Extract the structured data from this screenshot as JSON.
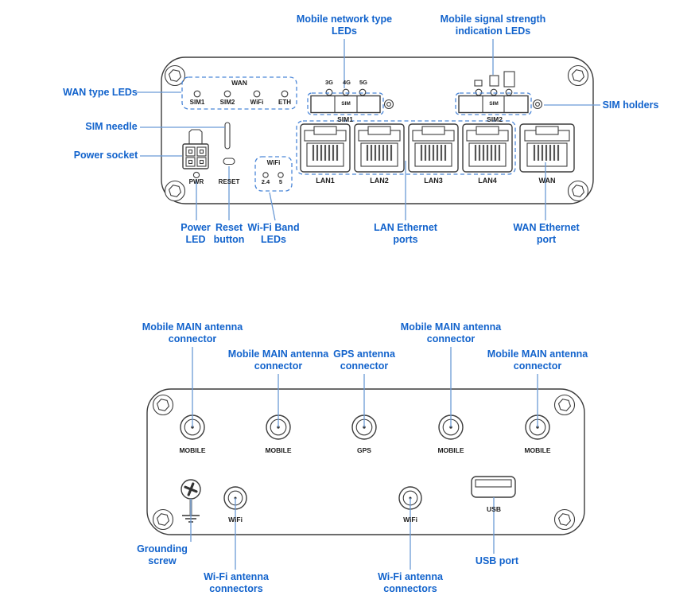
{
  "colors": {
    "annotation_text": "#1263cc",
    "leader_line": "#6b9ad6",
    "dashed_outline": "#4a86d8",
    "device_outline": "#3c3c3c",
    "device_text": "#1c1c1c"
  },
  "front_panel": {
    "wan_group": {
      "title": "WAN",
      "led_labels": [
        "SIM1",
        "SIM2",
        "WiFi",
        "ETH"
      ]
    },
    "network_led_labels": [
      "3G",
      "4G",
      "5G"
    ],
    "sim_trays": [
      {
        "tray_text": "SIM",
        "label": "SIM1"
      },
      {
        "tray_text": "SIM",
        "label": "SIM2"
      }
    ],
    "power_led_label": "PWR",
    "reset_label": "RESET",
    "wifi_group": {
      "title": "WiFi",
      "led_labels": [
        "2.4",
        "5"
      ]
    },
    "port_labels": [
      "LAN1",
      "LAN2",
      "LAN3",
      "LAN4",
      "WAN"
    ]
  },
  "bottom_panel": {
    "antenna_labels": [
      "MOBILE",
      "MOBILE",
      "GPS",
      "MOBILE",
      "MOBILE"
    ],
    "wifi_connector_labels": [
      "WiFi",
      "WiFi"
    ],
    "usb_label": "USB"
  },
  "annotations": {
    "wan_type_leds": {
      "text": "WAN type LEDs"
    },
    "sim_needle": {
      "text": "SIM needle"
    },
    "power_socket": {
      "text": "Power socket"
    },
    "mobile_network_type_leds": {
      "line1": "Mobile network type",
      "line2": "LEDs"
    },
    "mobile_signal_strength_leds": {
      "line1": "Mobile signal strength",
      "line2": "indication LEDs"
    },
    "sim_holders": {
      "text": "SIM holders"
    },
    "power_led": {
      "line1": "Power",
      "line2": "LED"
    },
    "reset_button": {
      "line1": "Reset",
      "line2": "button"
    },
    "wifi_band_leds": {
      "line1": "Wi-Fi Band",
      "line2": "LEDs"
    },
    "lan_ethernet_ports": {
      "line1": "LAN Ethernet",
      "line2": "ports"
    },
    "wan_ethernet_port": {
      "line1": "WAN Ethernet",
      "line2": "port"
    },
    "mobile_main_1": {
      "line1": "Mobile MAIN antenna",
      "line2": "connector"
    },
    "mobile_main_2": {
      "line1": "Mobile MAIN antenna",
      "line2": "connector"
    },
    "gps_antenna": {
      "line1": "GPS antenna",
      "line2": "connector"
    },
    "mobile_main_3": {
      "line1": "Mobile MAIN antenna",
      "line2": "connector"
    },
    "mobile_main_4": {
      "line1": "Mobile MAIN antenna",
      "line2": "connector"
    },
    "grounding_screw": {
      "line1": "Grounding",
      "line2": "screw"
    },
    "wifi_antenna_1": {
      "line1": "Wi-Fi antenna",
      "line2": "connectors"
    },
    "wifi_antenna_2": {
      "line1": "Wi-Fi antenna",
      "line2": "connectors"
    },
    "usb_port": {
      "text": "USB port"
    }
  }
}
